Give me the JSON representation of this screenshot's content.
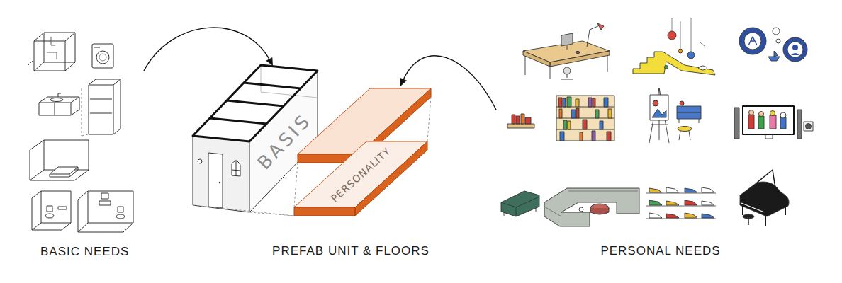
{
  "diagram": {
    "nodes": [
      {
        "text": [
          "BASIC NEEDS"
        ]
      },
      {
        "text": [
          "BASIS"
        ]
      },
      {
        "text": [
          "PERSONALITY"
        ]
      },
      {
        "text": [
          "PERSONAL NEEDS"
        ]
      }
    ],
    "edges": [
      {
        "from": 0,
        "to": 1,
        "arrow": "to"
      },
      {
        "from": 3,
        "to": 2,
        "arrow": "to"
      }
    ],
    "labels": [
      "PREFAB UNIT & FLOORS"
    ]
  }
}
